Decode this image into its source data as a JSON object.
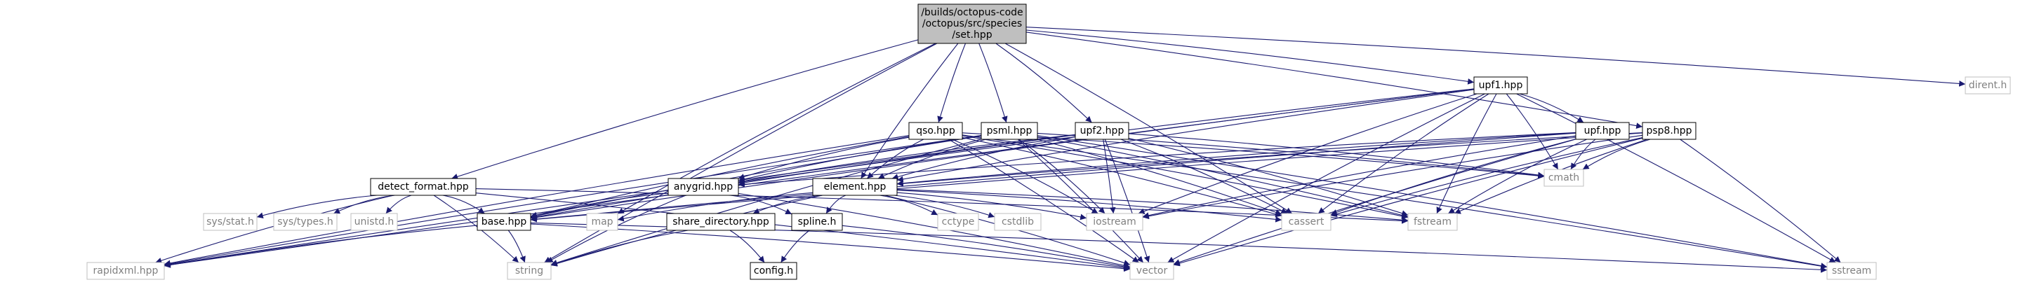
{
  "colors": {
    "edge": "#191970",
    "node_border": "#000000",
    "node_border_system": "#bfbfbf",
    "node_fill": "#ffffff",
    "root_fill": "#bfbfbf",
    "text": "#000000",
    "text_system": "#808080"
  },
  "diagram": {
    "root": {
      "id": "set",
      "lines": [
        "/builds/octopus-code",
        "/octopus/src/species",
        "/set.hpp"
      ]
    },
    "nodes": [
      {
        "id": "dirent",
        "label": "dirent.h",
        "kind": "system"
      },
      {
        "id": "upf1",
        "label": "upf1.hpp",
        "kind": "file"
      },
      {
        "id": "psp8",
        "label": "psp8.hpp",
        "kind": "file"
      },
      {
        "id": "upf",
        "label": "upf.hpp",
        "kind": "file"
      },
      {
        "id": "qso",
        "label": "qso.hpp",
        "kind": "file"
      },
      {
        "id": "psml",
        "label": "psml.hpp",
        "kind": "file"
      },
      {
        "id": "upf2",
        "label": "upf2.hpp",
        "kind": "file"
      },
      {
        "id": "cmath",
        "label": "cmath",
        "kind": "system"
      },
      {
        "id": "detect_format",
        "label": "detect_format.hpp",
        "kind": "file"
      },
      {
        "id": "anygrid",
        "label": "anygrid.hpp",
        "kind": "file"
      },
      {
        "id": "element",
        "label": "element.hpp",
        "kind": "file"
      },
      {
        "id": "sys_stat",
        "label": "sys/stat.h",
        "kind": "system"
      },
      {
        "id": "sys_types",
        "label": "sys/types.h",
        "kind": "system"
      },
      {
        "id": "unistd",
        "label": "unistd.h",
        "kind": "system"
      },
      {
        "id": "base",
        "label": "base.hpp",
        "kind": "file"
      },
      {
        "id": "map",
        "label": "map",
        "kind": "system"
      },
      {
        "id": "share_directory",
        "label": "share_directory.hpp",
        "kind": "file"
      },
      {
        "id": "spline",
        "label": "spline.h",
        "kind": "file"
      },
      {
        "id": "cctype",
        "label": "cctype",
        "kind": "system"
      },
      {
        "id": "cstdlib",
        "label": "cstdlib",
        "kind": "system"
      },
      {
        "id": "iostream",
        "label": "iostream",
        "kind": "system"
      },
      {
        "id": "cassert",
        "label": "cassert",
        "kind": "system"
      },
      {
        "id": "fstream",
        "label": "fstream",
        "kind": "system"
      },
      {
        "id": "sstream",
        "label": "sstream",
        "kind": "system"
      },
      {
        "id": "rapidxml",
        "label": "rapidxml.hpp",
        "kind": "system"
      },
      {
        "id": "string",
        "label": "string",
        "kind": "system"
      },
      {
        "id": "config",
        "label": "config.h",
        "kind": "file"
      },
      {
        "id": "vector",
        "label": "vector",
        "kind": "system"
      }
    ],
    "edges": [
      [
        "set",
        "dirent"
      ],
      [
        "set",
        "upf1"
      ],
      [
        "set",
        "psp8"
      ],
      [
        "set",
        "qso"
      ],
      [
        "set",
        "psml"
      ],
      [
        "set",
        "upf2"
      ],
      [
        "set",
        "detect_format"
      ],
      [
        "set",
        "element"
      ],
      [
        "set",
        "string"
      ],
      [
        "set",
        "map"
      ],
      [
        "set",
        "cassert"
      ],
      [
        "upf1",
        "upf"
      ],
      [
        "upf1",
        "cmath"
      ],
      [
        "upf1",
        "element"
      ],
      [
        "upf1",
        "anygrid"
      ],
      [
        "upf1",
        "base"
      ],
      [
        "upf1",
        "rapidxml"
      ],
      [
        "upf1",
        "iostream"
      ],
      [
        "upf1",
        "cassert"
      ],
      [
        "upf1",
        "fstream"
      ],
      [
        "upf1",
        "sstream"
      ],
      [
        "upf1",
        "vector"
      ],
      [
        "psp8",
        "cmath"
      ],
      [
        "psp8",
        "element"
      ],
      [
        "psp8",
        "base"
      ],
      [
        "psp8",
        "iostream"
      ],
      [
        "psp8",
        "cassert"
      ],
      [
        "psp8",
        "fstream"
      ],
      [
        "psp8",
        "sstream"
      ],
      [
        "psp8",
        "vector"
      ],
      [
        "upf",
        "cmath"
      ],
      [
        "upf",
        "element"
      ],
      [
        "upf",
        "anygrid"
      ],
      [
        "upf",
        "base"
      ],
      [
        "upf",
        "iostream"
      ],
      [
        "upf",
        "cassert"
      ],
      [
        "upf",
        "fstream"
      ],
      [
        "upf",
        "vector"
      ],
      [
        "qso",
        "element"
      ],
      [
        "qso",
        "base"
      ],
      [
        "qso",
        "anygrid"
      ],
      [
        "qso",
        "rapidxml"
      ],
      [
        "qso",
        "iostream"
      ],
      [
        "qso",
        "cassert"
      ],
      [
        "qso",
        "fstream"
      ],
      [
        "qso",
        "vector"
      ],
      [
        "qso",
        "sstream"
      ],
      [
        "qso",
        "cmath"
      ],
      [
        "psml",
        "element"
      ],
      [
        "psml",
        "base"
      ],
      [
        "psml",
        "anygrid"
      ],
      [
        "psml",
        "rapidxml"
      ],
      [
        "psml",
        "iostream"
      ],
      [
        "psml",
        "cassert"
      ],
      [
        "psml",
        "fstream"
      ],
      [
        "psml",
        "vector"
      ],
      [
        "psml",
        "sstream"
      ],
      [
        "psml",
        "cmath"
      ],
      [
        "psml",
        "string"
      ],
      [
        "upf2",
        "element"
      ],
      [
        "upf2",
        "base"
      ],
      [
        "upf2",
        "anygrid"
      ],
      [
        "upf2",
        "rapidxml"
      ],
      [
        "upf2",
        "iostream"
      ],
      [
        "upf2",
        "cassert"
      ],
      [
        "upf2",
        "fstream"
      ],
      [
        "upf2",
        "vector"
      ],
      [
        "upf2",
        "cmath"
      ],
      [
        "detect_format",
        "sys_stat"
      ],
      [
        "detect_format",
        "sys_types"
      ],
      [
        "detect_format",
        "unistd"
      ],
      [
        "detect_format",
        "base"
      ],
      [
        "detect_format",
        "rapidxml"
      ],
      [
        "detect_format",
        "string"
      ],
      [
        "detect_format",
        "fstream"
      ],
      [
        "detect_format",
        "vector"
      ],
      [
        "anygrid",
        "base"
      ],
      [
        "anygrid",
        "spline"
      ],
      [
        "anygrid",
        "string"
      ],
      [
        "anygrid",
        "vector"
      ],
      [
        "element",
        "map"
      ],
      [
        "element",
        "share_directory"
      ],
      [
        "element",
        "spline"
      ],
      [
        "element",
        "cctype"
      ],
      [
        "element",
        "cstdlib"
      ],
      [
        "element",
        "iostream"
      ],
      [
        "element",
        "cassert"
      ],
      [
        "element",
        "string"
      ],
      [
        "element",
        "vector"
      ],
      [
        "element",
        "fstream"
      ],
      [
        "base",
        "rapidxml"
      ],
      [
        "base",
        "string"
      ],
      [
        "base",
        "vector"
      ],
      [
        "base",
        "sstream"
      ],
      [
        "share_directory",
        "config"
      ],
      [
        "share_directory",
        "string"
      ],
      [
        "spline",
        "config"
      ],
      [
        "spline",
        "vector"
      ]
    ]
  }
}
